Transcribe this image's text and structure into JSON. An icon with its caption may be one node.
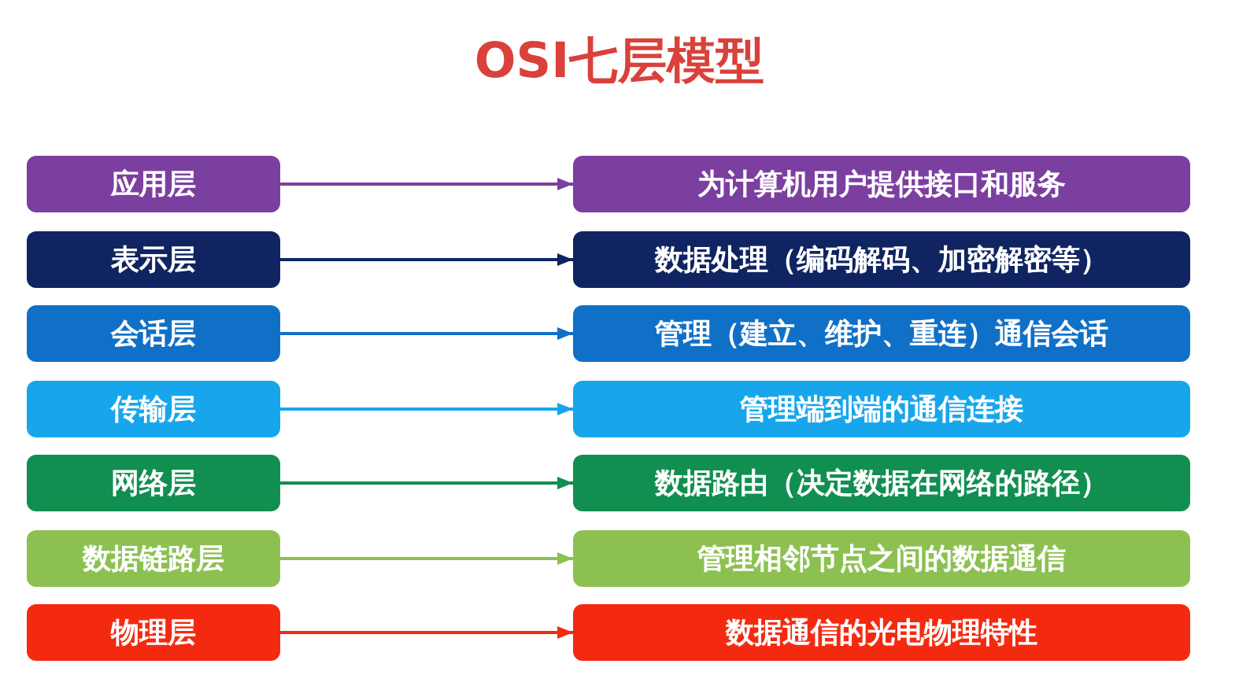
{
  "diagram": {
    "title": "OSI七层模型",
    "nodes": [
      {
        "text": [
          "应用层"
        ]
      },
      {
        "text": [
          "为计算机用户提供接口和服务"
        ]
      },
      {
        "text": [
          "表示层"
        ]
      },
      {
        "text": [
          "数据处理（编码解码、加密解密等）"
        ]
      },
      {
        "text": [
          "会话层"
        ]
      },
      {
        "text": [
          "管理（建立、维护、重连）通信会话"
        ]
      },
      {
        "text": [
          "传输层"
        ]
      },
      {
        "text": [
          "管理端到端的通信连接"
        ]
      },
      {
        "text": [
          "网络层"
        ]
      },
      {
        "text": [
          "数据路由（决定数据在网络的路径）"
        ]
      },
      {
        "text": [
          "数据链路层"
        ]
      },
      {
        "text": [
          "管理相邻节点之间的数据通信"
        ]
      },
      {
        "text": [
          "物理层"
        ]
      },
      {
        "text": [
          "数据通信的光电物理特性"
        ]
      }
    ],
    "edges": [
      {
        "from": 0,
        "to": 1,
        "arrow": "to",
        "color": "#7b3fa0"
      },
      {
        "from": 2,
        "to": 3,
        "arrow": "to",
        "color": "#0f2461"
      },
      {
        "from": 4,
        "to": 5,
        "arrow": "to",
        "color": "#1070c8"
      },
      {
        "from": 6,
        "to": 7,
        "arrow": "to",
        "color": "#17a6ec"
      },
      {
        "from": 8,
        "to": 9,
        "arrow": "to",
        "color": "#108f50"
      },
      {
        "from": 10,
        "to": 11,
        "arrow": "to",
        "color": "#8cc152"
      },
      {
        "from": 12,
        "to": 13,
        "arrow": "to",
        "color": "#f42a10"
      }
    ]
  }
}
